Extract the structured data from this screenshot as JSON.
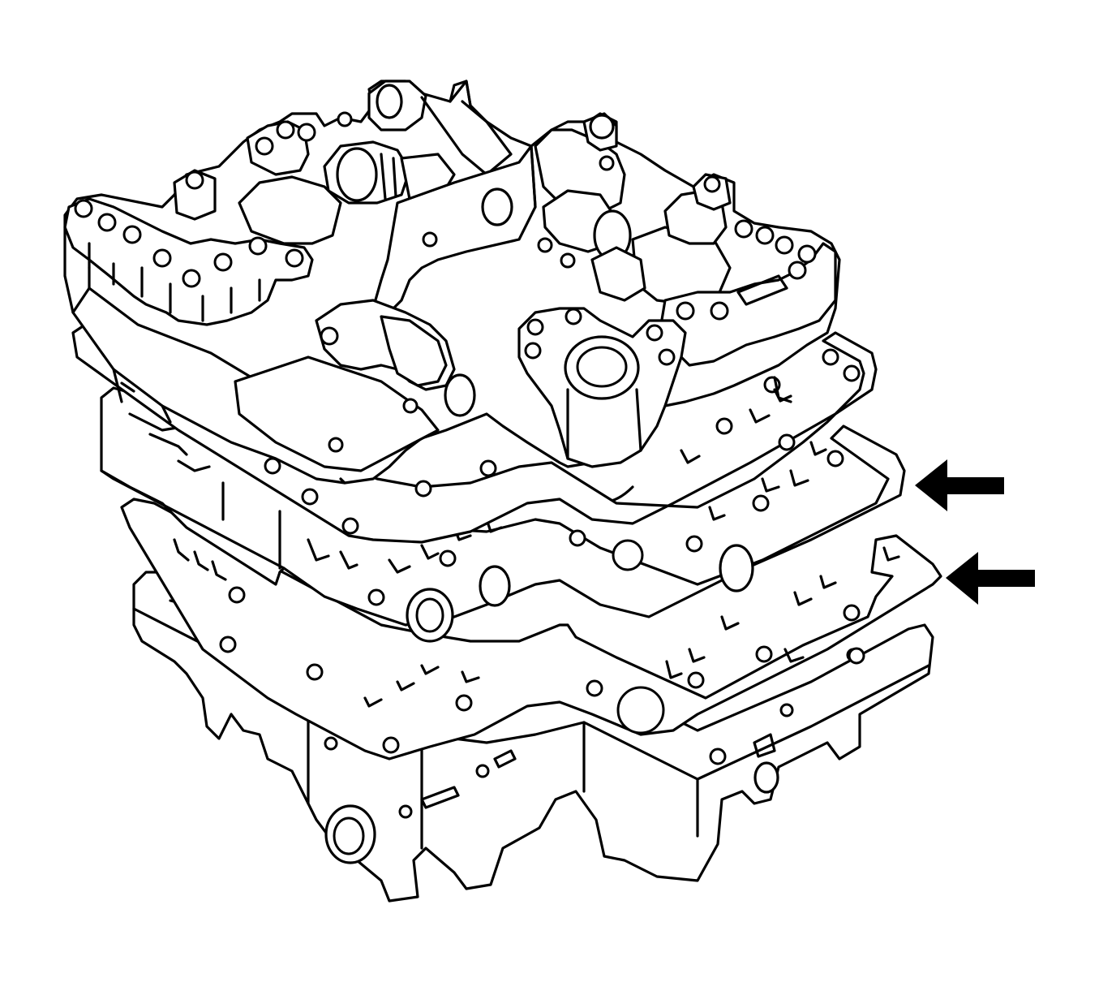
{
  "figure": {
    "background": "#ffffff",
    "line_color": "#000000",
    "parts": [
      {
        "id": "lower-valve-body",
        "icon": "lower-valve-body-casting"
      },
      {
        "id": "lower-separator-gasket",
        "icon": "separator-gasket",
        "indicated": true
      },
      {
        "id": "separator-plate",
        "icon": "separator-plate"
      },
      {
        "id": "upper-separator-gasket",
        "icon": "separator-gasket",
        "indicated": true
      },
      {
        "id": "upper-valve-body",
        "icon": "upper-valve-body-with-solenoids"
      }
    ],
    "callouts": [
      {
        "icon": "arrow-left-icon",
        "points_to": "upper-separator-gasket"
      },
      {
        "icon": "arrow-left-icon",
        "points_to": "lower-separator-gasket"
      }
    ]
  }
}
